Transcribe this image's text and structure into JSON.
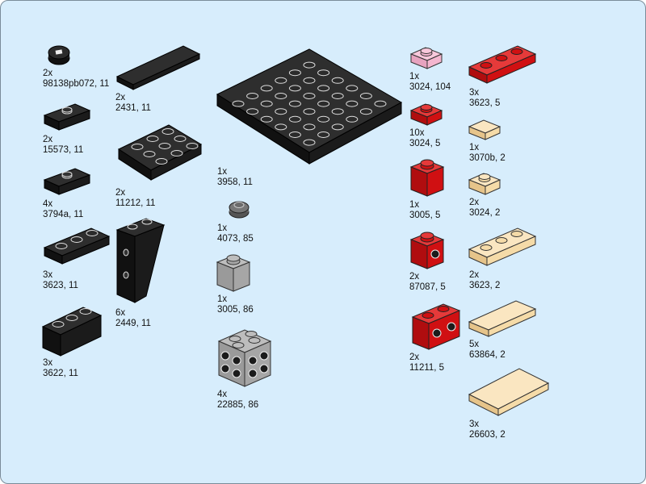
{
  "parts": [
    {
      "qty": "2x",
      "code": "98138pb072, 11",
      "shape": "round-tile",
      "color": "#1b1b1b"
    },
    {
      "qty": "2x",
      "code": "2431, 11",
      "shape": "tile-1x4",
      "color": "#1b1b1b"
    },
    {
      "qty": "2x",
      "code": "15573, 11",
      "shape": "jumper-1x2",
      "color": "#1b1b1b"
    },
    {
      "qty": "2x",
      "code": "11212, 11",
      "shape": "plate-3x3",
      "color": "#1b1b1b"
    },
    {
      "qty": "1x",
      "code": "3958, 11",
      "shape": "plate-6x6",
      "color": "#1b1b1b"
    },
    {
      "qty": "4x",
      "code": "3794a, 11",
      "shape": "jumper-1x2",
      "color": "#1b1b1b"
    },
    {
      "qty": "1x",
      "code": "4073, 85",
      "shape": "round-plate",
      "color": "#6b6b6b"
    },
    {
      "qty": "3x",
      "code": "3623, 11",
      "shape": "plate-1x3",
      "color": "#1b1b1b"
    },
    {
      "qty": "6x",
      "code": "2449, 11",
      "shape": "slope-inverted",
      "color": "#1b1b1b"
    },
    {
      "qty": "1x",
      "code": "3005, 86",
      "shape": "brick-1x1",
      "color": "#a6a6a6"
    },
    {
      "qty": "3x",
      "code": "3622, 11",
      "shape": "brick-1x3",
      "color": "#1b1b1b"
    },
    {
      "qty": "4x",
      "code": "22885, 86",
      "shape": "brick-studs-2x2",
      "color": "#a6a6a6"
    },
    {
      "qty": "1x",
      "code": "3024, 104",
      "shape": "plate-1x1",
      "color": "#f4b6cf"
    },
    {
      "qty": "3x",
      "code": "3623, 5",
      "shape": "plate-1x3",
      "color": "#d01012"
    },
    {
      "qty": "10x",
      "code": "3024, 5",
      "shape": "plate-1x1",
      "color": "#d01012"
    },
    {
      "qty": "1x",
      "code": "3070b, 2",
      "shape": "tile-1x1",
      "color": "#f5dba8"
    },
    {
      "qty": "1x",
      "code": "3005, 5",
      "shape": "brick-1x1",
      "color": "#d01012"
    },
    {
      "qty": "2x",
      "code": "3024, 2",
      "shape": "plate-1x1",
      "color": "#f5dba8"
    },
    {
      "qty": "2x",
      "code": "87087, 5",
      "shape": "brick-1x1-stud",
      "color": "#d01012"
    },
    {
      "qty": "2x",
      "code": "3623, 2",
      "shape": "plate-1x3",
      "color": "#f5dba8"
    },
    {
      "qty": "2x",
      "code": "11211, 5",
      "shape": "brick-1x2-studs",
      "color": "#d01012"
    },
    {
      "qty": "5x",
      "code": "63864, 2",
      "shape": "tile-1x3",
      "color": "#f5dba8"
    },
    {
      "qty": "3x",
      "code": "26603, 2",
      "shape": "tile-2x3",
      "color": "#f5dba8"
    }
  ]
}
